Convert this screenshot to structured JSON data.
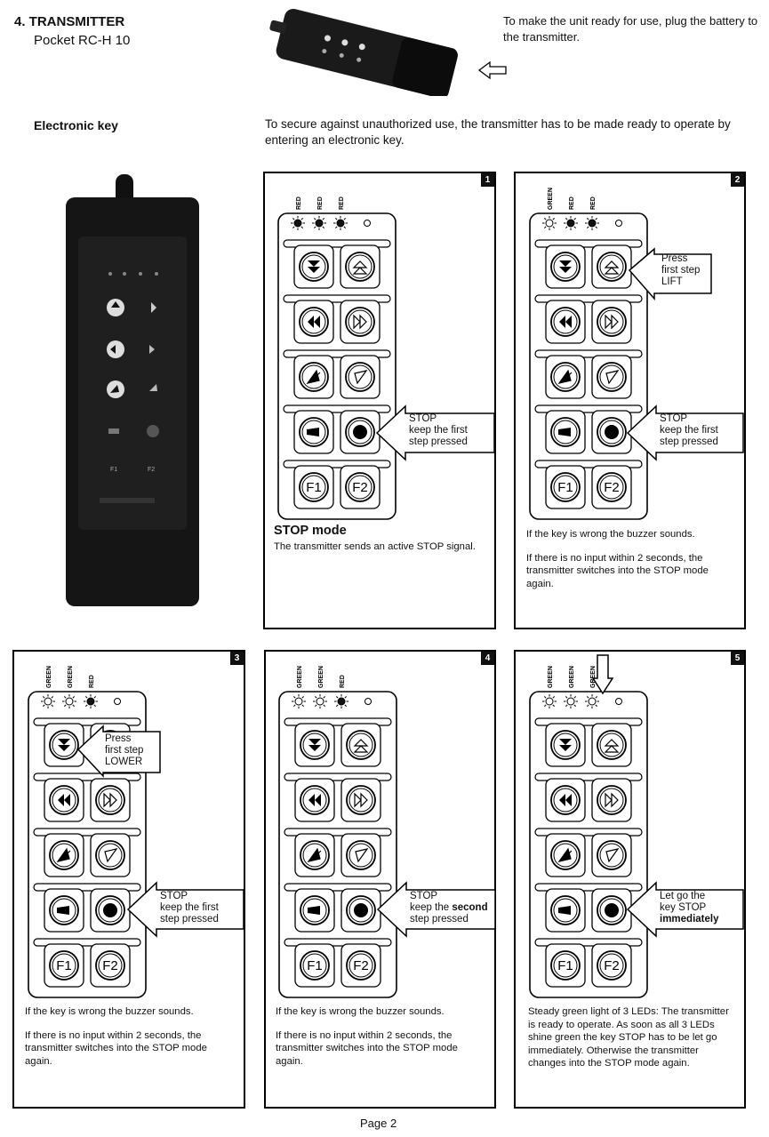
{
  "header": {
    "title": "4. TRANSMITTER",
    "subtitle": "Pocket RC-H 10",
    "battery_note": "To make the unit ready for use, plug the battery to the transmitter."
  },
  "electronic_key": {
    "label": "Electronic key",
    "intro": "To secure against unauthorized use, the transmitter has to be made ready to operate by entering an electronic key."
  },
  "photo_keys": [
    "F1",
    "F2"
  ],
  "remote_keys": [
    "F1",
    "F2"
  ],
  "panels": [
    {
      "num": "1",
      "leds": [
        {
          "label": "RED",
          "state": "red"
        },
        {
          "label": "RED",
          "state": "red"
        },
        {
          "label": "RED",
          "state": "red"
        }
      ],
      "callouts": [
        {
          "lines": [
            "STOP",
            "keep the first",
            "step pressed"
          ]
        }
      ],
      "heading": "STOP mode",
      "paragraphs": [
        "The transmitter sends an active STOP signal."
      ]
    },
    {
      "num": "2",
      "leds": [
        {
          "label": "GREEN",
          "state": "green"
        },
        {
          "label": "RED",
          "state": "red"
        },
        {
          "label": "RED",
          "state": "red"
        }
      ],
      "callouts": [
        {
          "lines": [
            "Press",
            "first step",
            "LIFT"
          ]
        },
        {
          "lines": [
            "STOP",
            "keep the first",
            "step pressed"
          ]
        }
      ],
      "paragraphs": [
        "If the key is wrong the buzzer sounds.",
        "If there is no input within 2 seconds, the transmitter switches into the STOP mode again."
      ]
    },
    {
      "num": "3",
      "leds": [
        {
          "label": "GREEN",
          "state": "green"
        },
        {
          "label": "GREEN",
          "state": "green"
        },
        {
          "label": "RED",
          "state": "red"
        }
      ],
      "callouts": [
        {
          "lines": [
            "Press",
            "first step",
            "LOWER"
          ]
        },
        {
          "lines": [
            "STOP",
            "keep the first",
            "step pressed"
          ]
        }
      ],
      "paragraphs": [
        "If the key is wrong the buzzer sounds.",
        "If there is no input within 2 seconds, the transmitter switches into the STOP mode again."
      ]
    },
    {
      "num": "4",
      "leds": [
        {
          "label": "GREEN",
          "state": "green"
        },
        {
          "label": "GREEN",
          "state": "green"
        },
        {
          "label": "RED",
          "state": "red"
        }
      ],
      "callouts": [
        {
          "lines": [
            "STOP"
          ],
          "pre": "keep the ",
          "bold": "second",
          "post": "",
          "last": "step pressed"
        }
      ],
      "paragraphs": [
        "If the key is wrong the buzzer sounds.",
        "If there is no input within 2 seconds, the transmitter switches into the STOP mode again."
      ]
    },
    {
      "num": "5",
      "leds": [
        {
          "label": "GREEN",
          "state": "green"
        },
        {
          "label": "GREEN",
          "state": "green"
        },
        {
          "label": "GREEN",
          "state": "green"
        }
      ],
      "callouts": [
        {
          "lines": [
            "Let go the",
            "key STOP"
          ],
          "bold_line": "immediately"
        }
      ],
      "paragraphs": [
        "Steady green light of 3 LEDs: The transmitter is ready to operate. As soon as all 3 LEDs shine green the key STOP has to be let go immediately. Otherwise the transmitter changes into the STOP mode again."
      ]
    }
  ],
  "footer": {
    "page": "Page 2"
  },
  "colors": {
    "led_red": "#111111",
    "led_green": "#ffffff",
    "ink": "#111111"
  }
}
